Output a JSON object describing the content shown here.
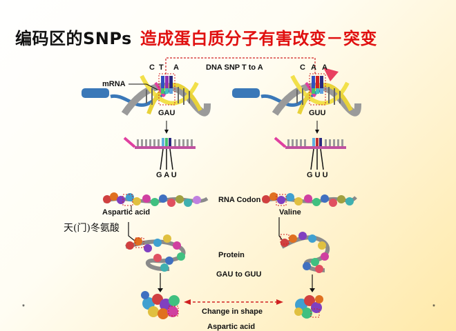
{
  "title": {
    "part1": "编码区的SNPs",
    "part2": "造成蛋白质分子有害改变－突变"
  },
  "labels": {
    "dna_snp": "DNA SNP T to A",
    "mrna": "mRNA",
    "left_codon_top": [
      "C",
      "T",
      "A"
    ],
    "right_codon_top": [
      "C",
      "A",
      "A"
    ],
    "left_codon_mid": "GAU",
    "right_codon_mid": "GUU",
    "left_codon_bottom": "G A U",
    "right_codon_bottom": "G U U",
    "rna_codon": "RNA Codon",
    "aspartic_acid": "Aspartic acid",
    "valine": "Valine",
    "aspartic_cn": "天(门)冬氨酸",
    "protein": "Protein",
    "gau_to_guu": "GAU to GUU",
    "change_in_shape": "Change in shape",
    "aspartic_acid_bottom": "Aspartic acid",
    "star": "*"
  },
  "colors": {
    "title_red": "#e01010",
    "helix_yellow": "#f2e04a",
    "dna_gray": "#8a8a8a",
    "mrna_pink": "#e040a0",
    "enzyme_blue": "#3a78b8",
    "dashed_red": "#d02020"
  }
}
